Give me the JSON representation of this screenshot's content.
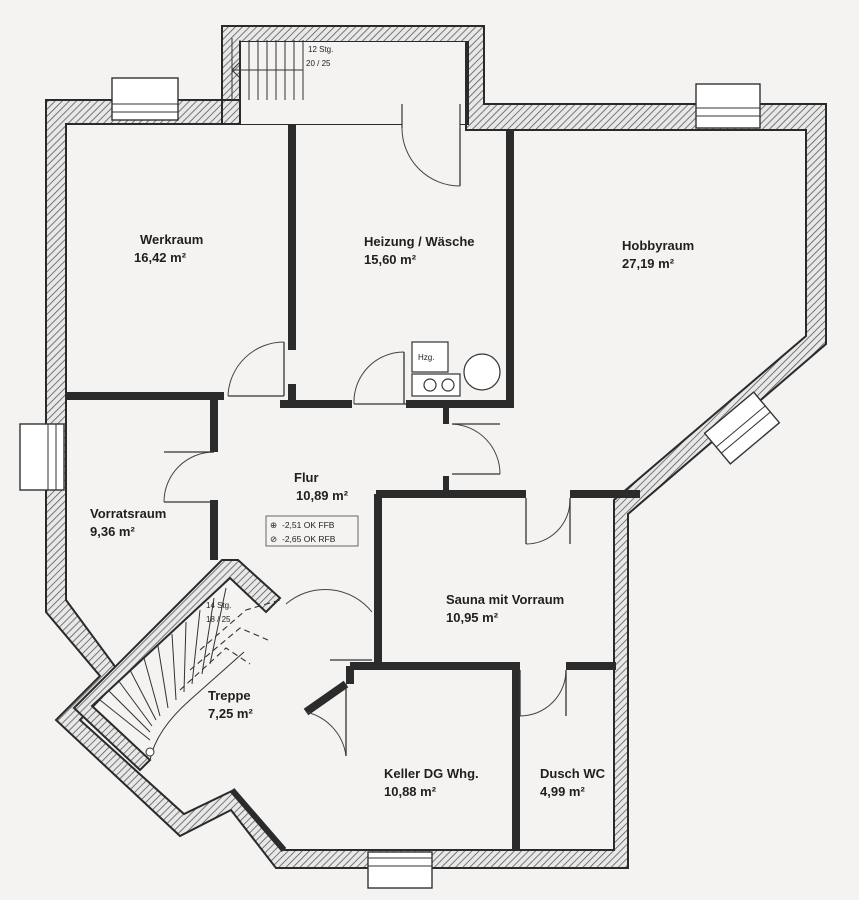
{
  "rooms": {
    "werkraum": {
      "name": "Werkraum",
      "area": "16,42 m²"
    },
    "heizung": {
      "name": "Heizung / Wäsche",
      "area": "15,60 m²"
    },
    "hobbyraum": {
      "name": "Hobbyraum",
      "area": "27,19 m²"
    },
    "vorratsraum": {
      "name": "Vorratsraum",
      "area": "9,36 m²"
    },
    "flur": {
      "name": "Flur",
      "area": "10,89 m²"
    },
    "sauna": {
      "name": "Sauna mit Vorraum",
      "area": "10,95 m²"
    },
    "treppe": {
      "name": "Treppe",
      "area": "7,25 m²"
    },
    "keller": {
      "name": "Keller DG Whg.",
      "area": "10,88 m²"
    },
    "dusch": {
      "name": "Dusch WC",
      "area": "4,99 m²"
    }
  },
  "stairs": {
    "top": {
      "steps": "12 Stg.",
      "ratio": "20 / 25"
    },
    "main": {
      "steps": "14 Stg.",
      "ratio": "18 / 25"
    }
  },
  "equipment": {
    "heater": "Hzg."
  },
  "levels": {
    "ffb": {
      "symbol": "⊕",
      "text": "-2,51 OK FFB"
    },
    "rfb": {
      "symbol": "⊘",
      "text": "-2,65 OK RFB"
    }
  },
  "colors": {
    "wall": "#2a2a2a",
    "hatch": "#5a5a5a",
    "paper": "#f4f3f1"
  }
}
